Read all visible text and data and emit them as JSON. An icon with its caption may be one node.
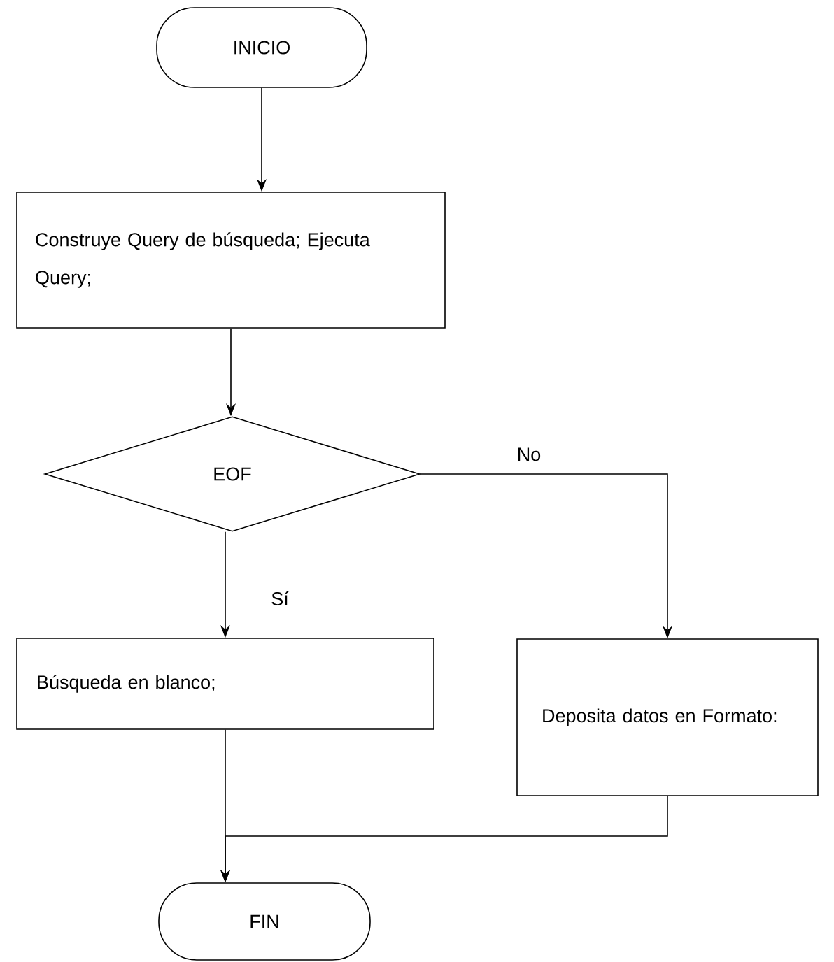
{
  "diagram": {
    "nodes": [
      {
        "text": [
          "INICIO"
        ]
      },
      {
        "text": [
          "Construye Query de búsqueda; Ejecuta  Query;"
        ]
      },
      {
        "text": [
          "EOF"
        ]
      },
      {
        "text": [
          "Búsqueda en blanco;"
        ]
      },
      {
        "text": [
          "Deposita  datos en Formato:"
        ]
      },
      {
        "text": [
          "FIN"
        ]
      }
    ],
    "edges": [
      {
        "from": 0,
        "to": 1,
        "arrow": "to"
      },
      {
        "from": 1,
        "to": 2,
        "arrow": "to"
      },
      {
        "from": 2,
        "to": 4,
        "arrow": "to",
        "label": "No"
      },
      {
        "from": 2,
        "to": 3,
        "arrow": "to",
        "label": "Sí"
      },
      {
        "from": 4,
        "to": 5,
        "arrow": "to"
      },
      {
        "from": 3,
        "to": 5,
        "arrow": "to"
      }
    ]
  }
}
